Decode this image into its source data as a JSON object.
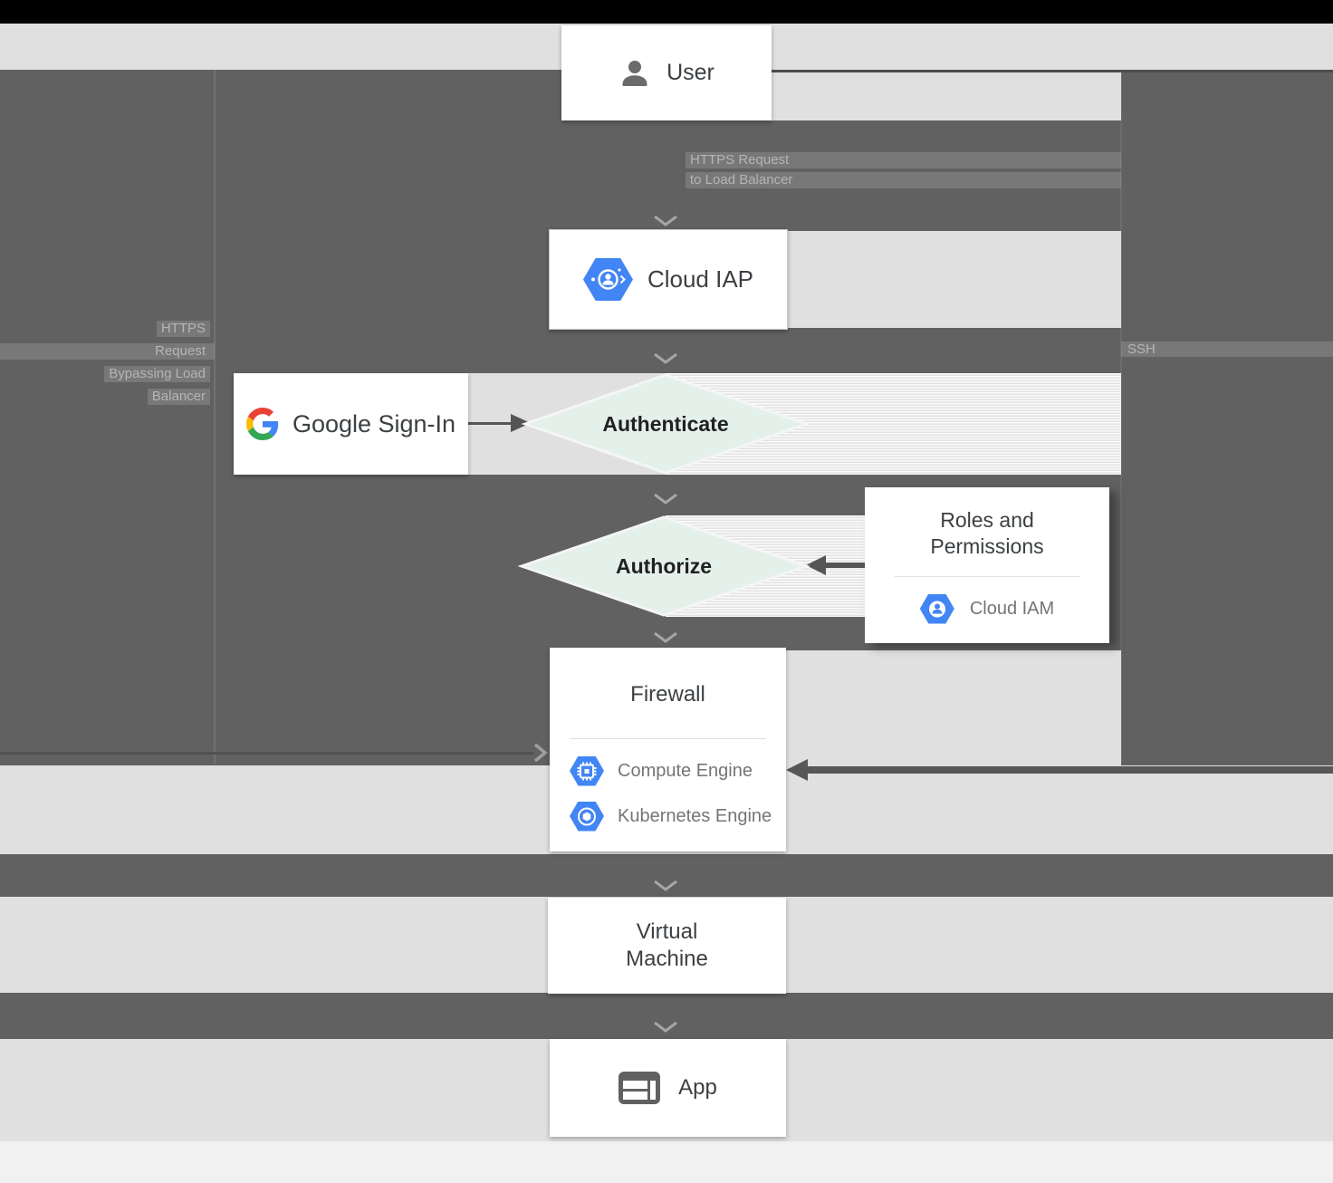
{
  "nodes": {
    "user": {
      "label": "User"
    },
    "cloud_iap": {
      "label": "Cloud IAP"
    },
    "google_sign_in": {
      "label": "Google Sign-In"
    },
    "authenticate": {
      "label": "Authenticate"
    },
    "authorize": {
      "label": "Authorize"
    },
    "roles_permissions": {
      "title": [
        "Roles and",
        "Permissions"
      ],
      "product": "Cloud IAM"
    },
    "firewall": {
      "title": "Firewall",
      "products": [
        "Compute Engine",
        "Kubernetes Engine"
      ]
    },
    "virtual_machine": {
      "title": [
        "Virtual",
        "Machine"
      ]
    },
    "app": {
      "label": "App"
    }
  },
  "labels": {
    "request_to_lb": [
      "HTTPS Request",
      "to Load Balancer"
    ],
    "request_bypass": [
      "HTTPS",
      "Request",
      "Bypassing Load",
      "Balancer"
    ],
    "ssh": "SSH"
  },
  "colors": {
    "background_dark": "#616161",
    "band_light": "#e0e0e0",
    "top_bar": "#000000",
    "diamond_fill": "#e3f1ea",
    "hexagon_blue": "#4285f4",
    "google_red": "#EA4335",
    "google_blue": "#4285F4",
    "google_yellow": "#FBBC05",
    "google_green": "#34A853"
  }
}
